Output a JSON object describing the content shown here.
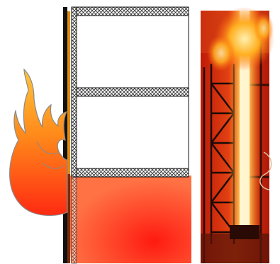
{
  "figure": {
    "left_panel": {
      "kind": "diagram",
      "elements": [
        "flame-icon",
        "exterior-wall",
        "cladding-layer",
        "floor-slab",
        "fire-plume"
      ]
    },
    "right_panel": {
      "kind": "photograph",
      "subject": "facade-fire-test-rig"
    }
  },
  "colors": {
    "flame_outer": "#ff3a10",
    "flame_inner": "#ffb020",
    "plume": "#ff2a1a",
    "wall_black": "#111111",
    "cladding": "#e08a10",
    "hatch": "#333333",
    "background": "#ffffff"
  }
}
